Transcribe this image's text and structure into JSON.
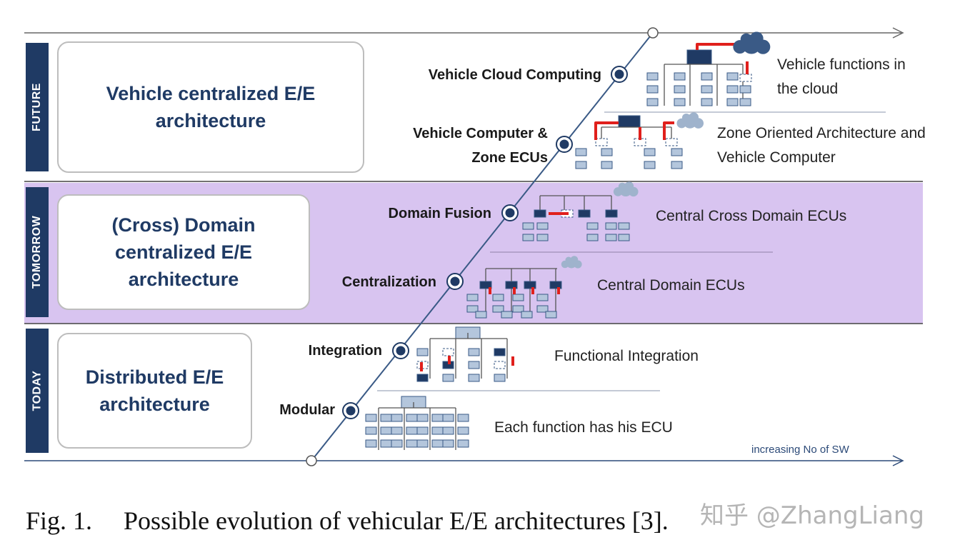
{
  "eras": [
    {
      "label": "FUTURE",
      "box_text": "Vehicle centralized E/E architecture"
    },
    {
      "label": "TOMORROW",
      "box_text": "(Cross) Domain centralized E/E architecture"
    },
    {
      "label": "TODAY",
      "box_text": "Distributed E/E architecture"
    }
  ],
  "steps": [
    {
      "name": "Vehicle Cloud Computing",
      "description": "Vehicle functions in the cloud"
    },
    {
      "name": "Vehicle Computer & Zone ECUs",
      "description": "Zone Oriented Architecture and Vehicle Computer"
    },
    {
      "name": "Domain Fusion",
      "description": "Central Cross Domain ECUs"
    },
    {
      "name": "Centralization",
      "description": "Central Domain ECUs"
    },
    {
      "name": "Integration",
      "description": "Functional Integration"
    },
    {
      "name": "Modular",
      "description": "Each function has his ECU"
    }
  ],
  "axis_label": "increasing No of SW",
  "caption": {
    "number": "Fig. 1.",
    "text": "Possible evolution of vehicular E/E architectures [3]."
  },
  "watermark": "知乎 @ZhangLiang",
  "colors": {
    "navy": "#1f3a64",
    "band": "#d8c4f0",
    "ecu_fill": "#b4c6dc",
    "red": "#e0201c",
    "cloud": "#3a5a86"
  }
}
